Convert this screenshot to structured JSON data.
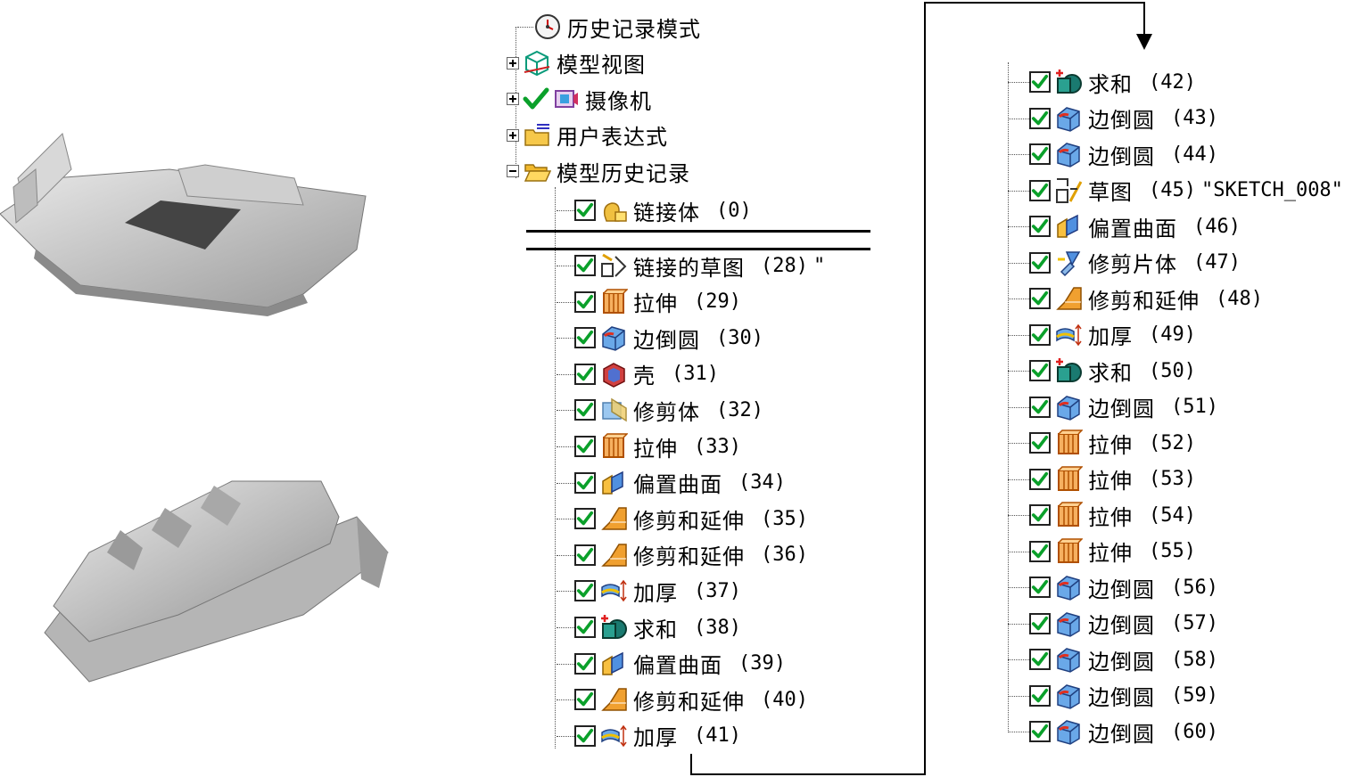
{
  "top_tree": [
    {
      "label": "历史记录模式",
      "icon": "clock-icon",
      "expander": "none"
    },
    {
      "label": "模型视图",
      "icon": "model-view-icon",
      "expander": "plus"
    },
    {
      "label": "摄像机",
      "icon": "camera-icon",
      "expander": "plus",
      "active_check": true
    },
    {
      "label": "用户表达式",
      "icon": "folder-expression-icon",
      "expander": "plus"
    },
    {
      "label": "模型历史记录",
      "icon": "folder-open-icon",
      "expander": "minus"
    }
  ],
  "linked_body": {
    "label": "链接体",
    "num": "(0)",
    "icon": "linked-body-icon"
  },
  "history_left": [
    {
      "label": "链接的草图",
      "num": "(28)",
      "extra": "\"",
      "icon": "linked-sketch-icon"
    },
    {
      "label": "拉伸",
      "num": "(29)",
      "icon": "extrude-icon"
    },
    {
      "label": "边倒圆",
      "num": "(30)",
      "icon": "edge-blend-icon"
    },
    {
      "label": "壳",
      "num": "(31)",
      "icon": "shell-icon"
    },
    {
      "label": "修剪体",
      "num": "(32)",
      "icon": "trim-body-icon"
    },
    {
      "label": "拉伸",
      "num": "(33)",
      "icon": "extrude-icon"
    },
    {
      "label": "偏置曲面",
      "num": "(34)",
      "icon": "offset-surface-icon"
    },
    {
      "label": "修剪和延伸",
      "num": "(35)",
      "icon": "trim-extend-icon"
    },
    {
      "label": "修剪和延伸",
      "num": "(36)",
      "icon": "trim-extend-icon"
    },
    {
      "label": "加厚",
      "num": "(37)",
      "icon": "thicken-icon"
    },
    {
      "label": "求和",
      "num": "(38)",
      "icon": "unite-icon"
    },
    {
      "label": "偏置曲面",
      "num": "(39)",
      "icon": "offset-surface-icon"
    },
    {
      "label": "修剪和延伸",
      "num": "(40)",
      "icon": "trim-extend-icon"
    },
    {
      "label": "加厚",
      "num": "(41)",
      "icon": "thicken-icon"
    }
  ],
  "history_right": [
    {
      "label": "求和",
      "num": "(42)",
      "icon": "unite-icon"
    },
    {
      "label": "边倒圆",
      "num": "(43)",
      "icon": "edge-blend-icon"
    },
    {
      "label": "边倒圆",
      "num": "(44)",
      "icon": "edge-blend-icon"
    },
    {
      "label": "草图",
      "num": "(45)",
      "extra": "\"SKETCH_008\"",
      "icon": "sketch-icon"
    },
    {
      "label": "偏置曲面",
      "num": "(46)",
      "icon": "offset-surface-icon"
    },
    {
      "label": "修剪片体",
      "num": "(47)",
      "icon": "trim-sheet-icon"
    },
    {
      "label": "修剪和延伸",
      "num": "(48)",
      "icon": "trim-extend-icon"
    },
    {
      "label": "加厚",
      "num": "(49)",
      "icon": "thicken-icon"
    },
    {
      "label": "求和",
      "num": "(50)",
      "icon": "unite-icon"
    },
    {
      "label": "边倒圆",
      "num": "(51)",
      "icon": "edge-blend-icon"
    },
    {
      "label": "拉伸",
      "num": "(52)",
      "icon": "extrude-icon"
    },
    {
      "label": "拉伸",
      "num": "(53)",
      "icon": "extrude-icon"
    },
    {
      "label": "拉伸",
      "num": "(54)",
      "icon": "extrude-icon"
    },
    {
      "label": "拉伸",
      "num": "(55)",
      "icon": "extrude-icon"
    },
    {
      "label": "边倒圆",
      "num": "(56)",
      "icon": "edge-blend-icon"
    },
    {
      "label": "边倒圆",
      "num": "(57)",
      "icon": "edge-blend-icon"
    },
    {
      "label": "边倒圆",
      "num": "(58)",
      "icon": "edge-blend-icon"
    },
    {
      "label": "边倒圆",
      "num": "(59)",
      "icon": "edge-blend-icon"
    },
    {
      "label": "边倒圆",
      "num": "(60)",
      "icon": "edge-blend-icon"
    }
  ]
}
